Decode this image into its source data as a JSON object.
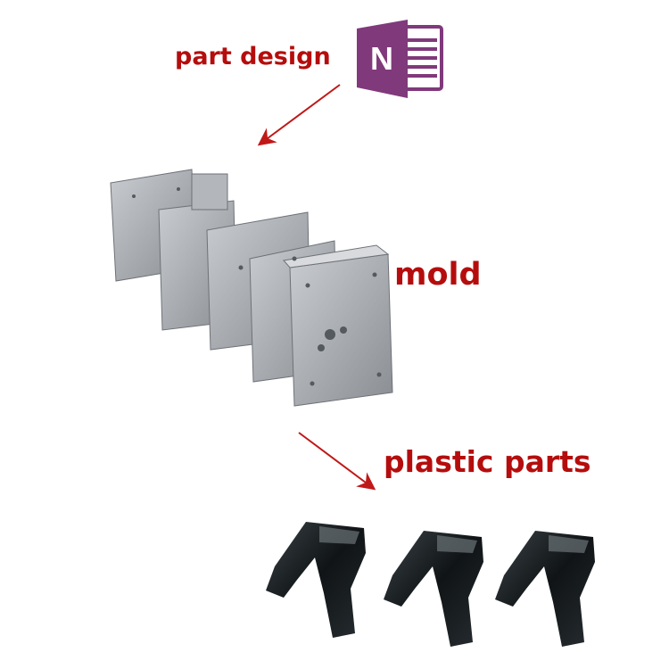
{
  "labels": {
    "part_design": "part design",
    "mold": "mold",
    "plastic_parts": "plastic parts"
  },
  "icons": {
    "app_icon": "onenote-icon",
    "app_icon_letter": "N"
  },
  "colors": {
    "label": "#b50d0d",
    "arrow": "#c01818",
    "onenote": "#80397b",
    "steel": "#9a9ea3",
    "part": "#15191c"
  }
}
